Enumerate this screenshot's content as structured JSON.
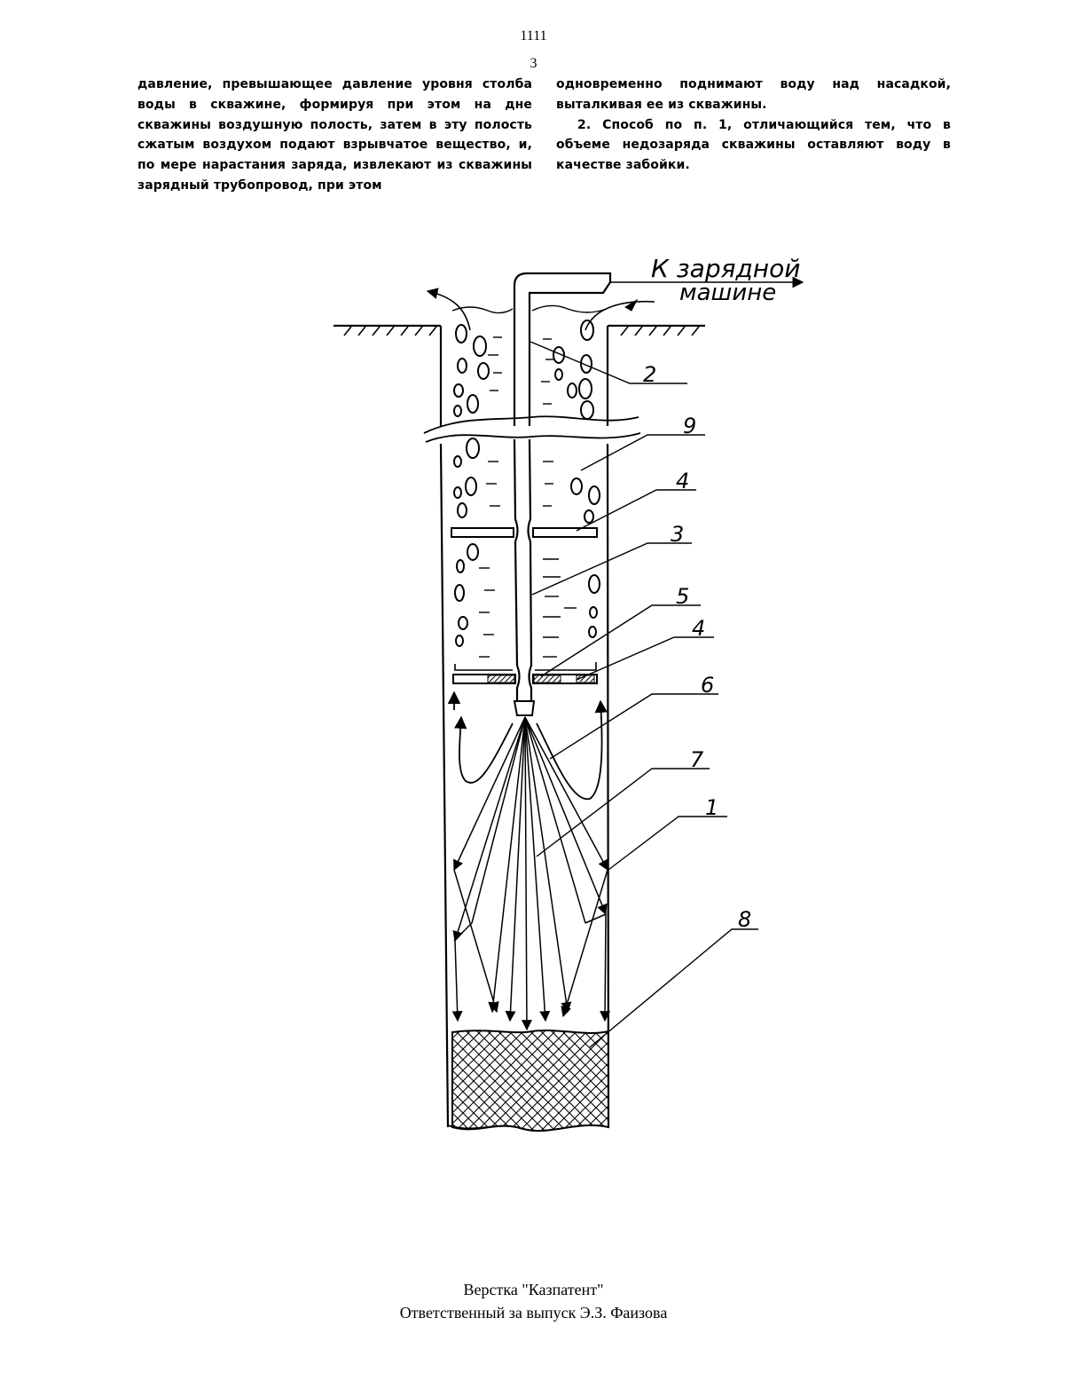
{
  "header": {
    "doc_number": "1111",
    "page_number": "3"
  },
  "text": {
    "left_column": "давление, превышающее давление уровня столба воды в скважине, формируя при этом на дне скважины воздушную полость, затем в эту полость сжатым воздухом подают взрывчатое вещество, и, по мере нарастания заряда, извлекают из скважины зарядный трубопровод, при этом",
    "right_p1": "одновременно поднимают воду над насадкой, выталкивая ее из скважины.",
    "right_p2": "2. Способ по п. 1, отличающийся тем, что в объеме недозаряда скважины оставляют воду в качестве забойки."
  },
  "figure": {
    "caption_line1": "К зарядной",
    "caption_line2": "машине",
    "labels": {
      "l2": "2",
      "l9": "9",
      "l4a": "4",
      "l3": "3",
      "l5": "5",
      "l4b": "4",
      "l6": "6",
      "l7": "7",
      "l1": "1",
      "l8": "8"
    }
  },
  "footer": {
    "line1": "Верстка \"Казпатент\"",
    "line2": "Ответственный за выпуск Э.З. Фаизова"
  }
}
